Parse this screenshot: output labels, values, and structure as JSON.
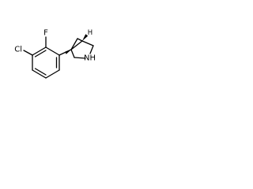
{
  "molecule": {
    "atoms": {
      "chlorine": "Cl",
      "fluorine": "F",
      "nitrogen_hydrogen": "NH",
      "stereo_hydrogen": "H"
    }
  }
}
